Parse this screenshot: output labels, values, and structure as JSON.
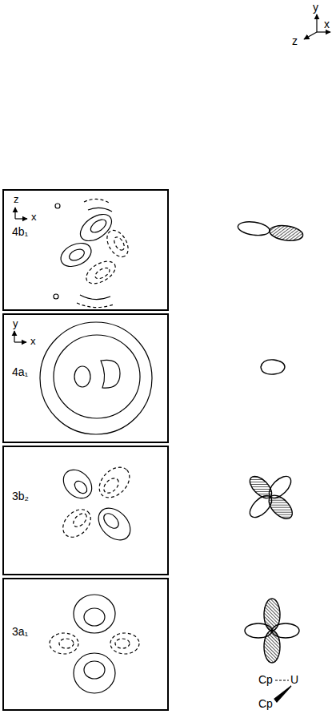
{
  "diagram": {
    "nodes": [
      {
        "text": [
          "z",
          "x",
          "4b₁"
        ]
      },
      {
        "text": [
          "y",
          "x",
          "4a₁"
        ]
      },
      {
        "text": [
          "3b₂"
        ]
      },
      {
        "text": [
          "3a₁"
        ]
      }
    ],
    "labels": [
      "y",
      "z",
      "x",
      "Cp",
      "U",
      "Cp"
    ]
  }
}
